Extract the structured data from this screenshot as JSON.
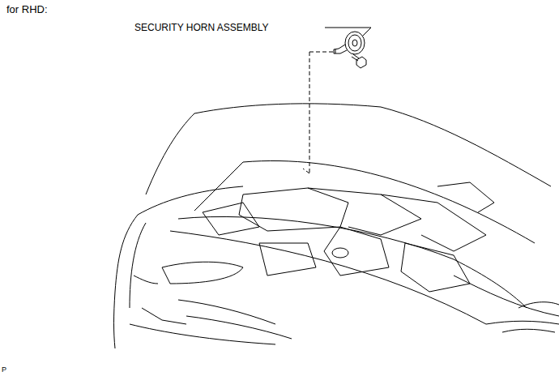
{
  "diagram": {
    "title": "for RHD:",
    "labels": [
      "SECURITY HORN ASSEMBLY",
      "P"
    ]
  }
}
